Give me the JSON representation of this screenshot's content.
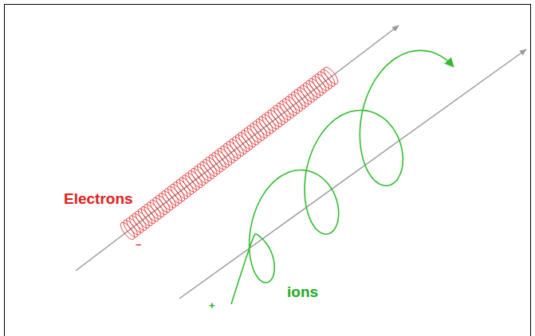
{
  "diagram": {
    "labels": [
      "Electrons",
      "ions",
      "–",
      "+"
    ]
  }
}
